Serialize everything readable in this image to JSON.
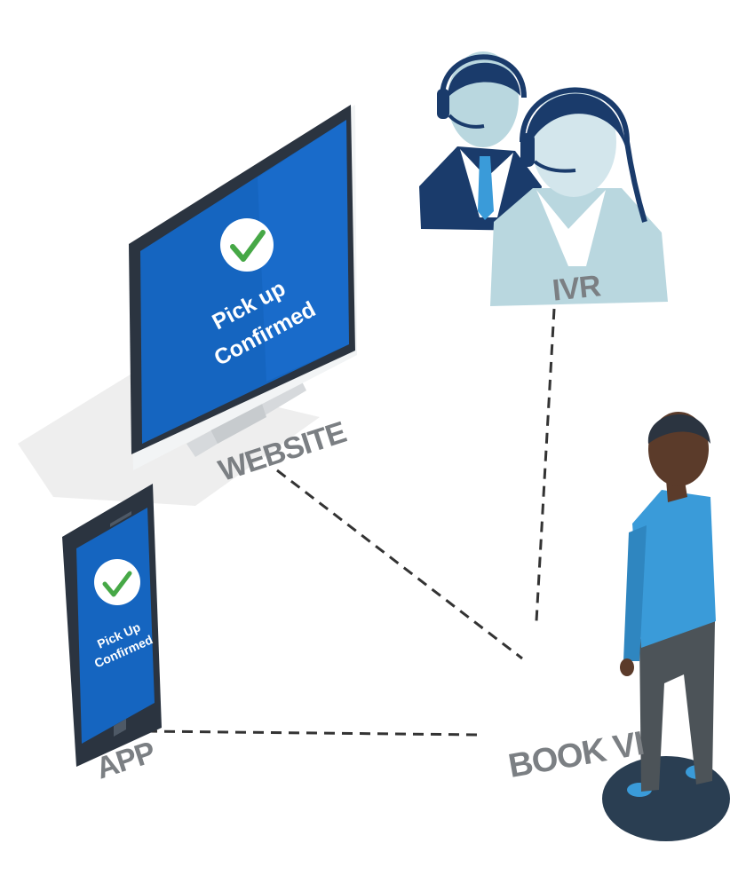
{
  "nodes": {
    "website": {
      "label": "WEBSITE",
      "screen_line1": "Pick up",
      "screen_line2": "Confirmed"
    },
    "app": {
      "label": "APP",
      "screen_line1": "Pick Up",
      "screen_line2": "Confirmed"
    },
    "ivr": {
      "label": "IVR"
    },
    "center": {
      "label": "BOOK VI"
    }
  },
  "colors": {
    "screen_blue": "#1565c0",
    "frame_dark": "#2b3440",
    "agent_navy": "#1a3b6b",
    "agent_light": "#b9d7df",
    "person_shirt": "#3a9bd9",
    "person_pants": "#4c5358",
    "person_skin": "#5b3b2a",
    "platform": "#2a3e52",
    "check_green": "#46a846",
    "label_gray": "#7b7f83",
    "connector": "#333333"
  }
}
